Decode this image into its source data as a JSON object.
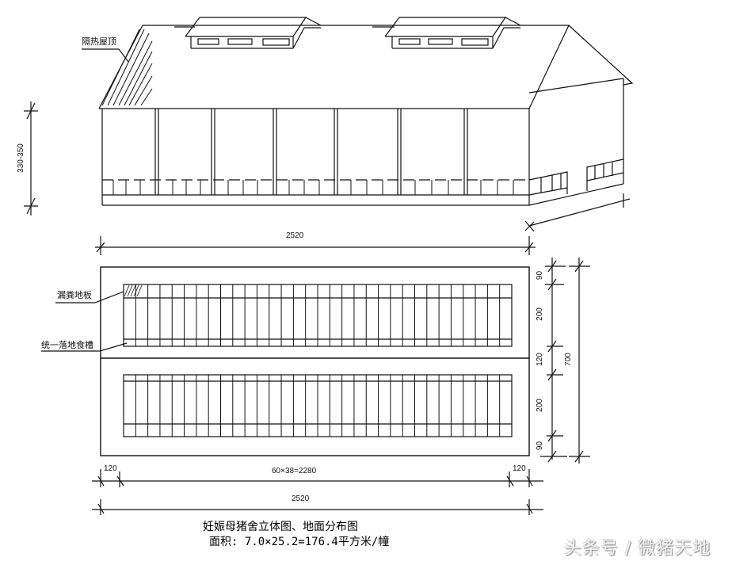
{
  "labels": {
    "roof": "隔热屋顶",
    "floor": "漏粪地板",
    "trough": "统一落地食槽"
  },
  "dimensions": {
    "height": "330-350",
    "elevation_length": "2520",
    "plan_length_total": "2520",
    "plan_stalls": "60×38=2280",
    "plan_left_margin": "120",
    "plan_right_margin": "120",
    "plan_width_total": "700",
    "plan_width_parts": [
      "90",
      "200",
      "120",
      "200",
      "90"
    ]
  },
  "caption": {
    "title": "妊娠母猪舍立体图、地面分布图",
    "area": "面积: 7.0×25.2=176.4平方米/幢"
  },
  "watermark": "头条号 / 微猪天地",
  "colors": {
    "line": "#111111",
    "background": "#ffffff"
  },
  "plan": {
    "rows": 2,
    "stalls_per_row": 32
  }
}
